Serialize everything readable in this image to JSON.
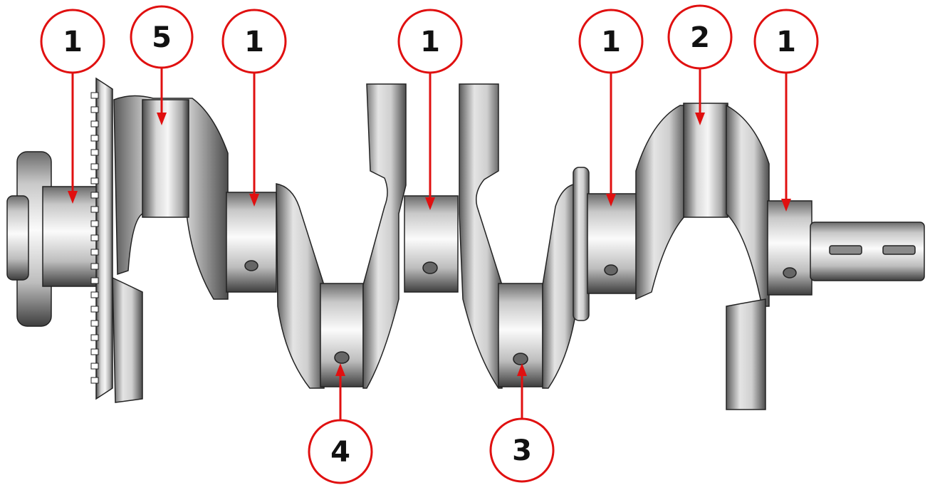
{
  "diagram": {
    "callouts": [
      {
        "id": "c1",
        "label": "1"
      },
      {
        "id": "c2",
        "label": "5"
      },
      {
        "id": "c3",
        "label": "1"
      },
      {
        "id": "c4",
        "label": "1"
      },
      {
        "id": "c5",
        "label": "1"
      },
      {
        "id": "c6",
        "label": "2"
      },
      {
        "id": "c7",
        "label": "1"
      },
      {
        "id": "c8",
        "label": "4"
      },
      {
        "id": "c9",
        "label": "3"
      }
    ]
  },
  "colors": {
    "callout": "#e01010",
    "label": "#111111",
    "metal_light": "#f4f4f4",
    "metal_mid": "#b9b9b9",
    "metal_dark": "#4a4a4a",
    "outline": "#222222"
  }
}
